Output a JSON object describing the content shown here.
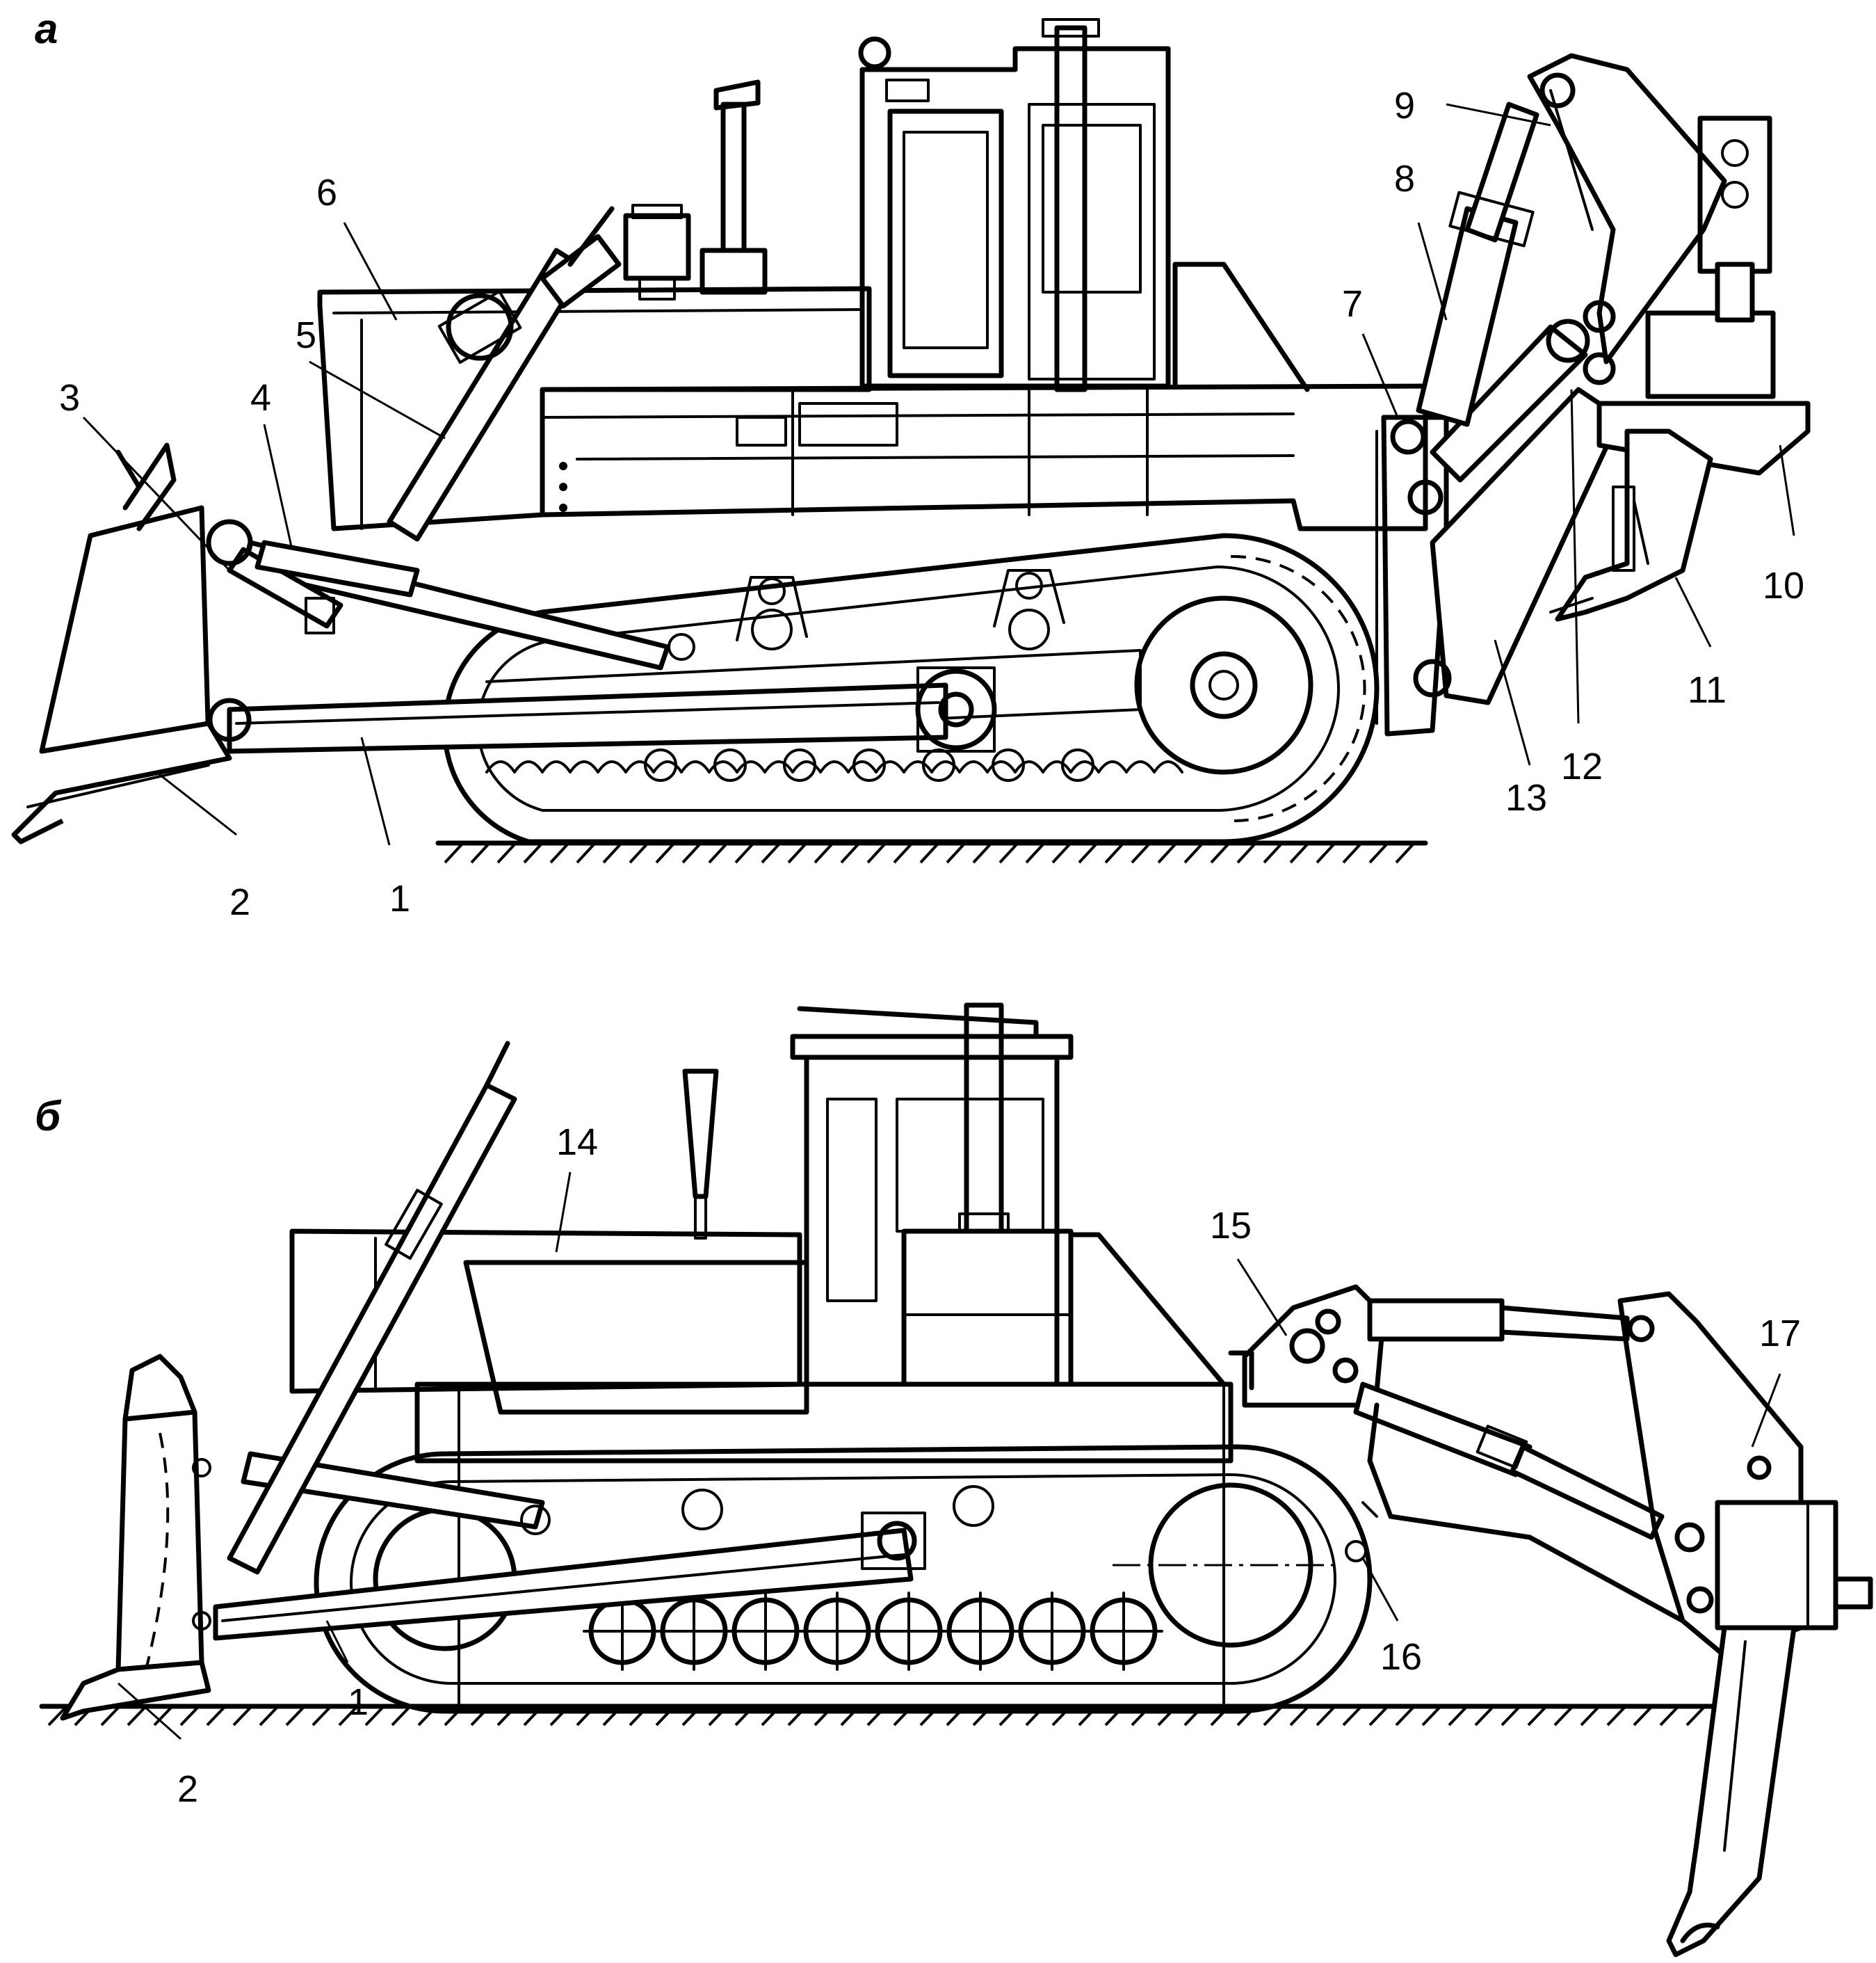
{
  "figure": {
    "panels": [
      {
        "id": "a",
        "letter": "а",
        "labels": [
          "1",
          "2",
          "3",
          "4",
          "5",
          "6",
          "7",
          "8",
          "9",
          "10",
          "11",
          "12",
          "13"
        ]
      },
      {
        "id": "b",
        "letter": "б",
        "labels": [
          "1",
          "2",
          "14",
          "15",
          "16",
          "17"
        ]
      }
    ]
  }
}
